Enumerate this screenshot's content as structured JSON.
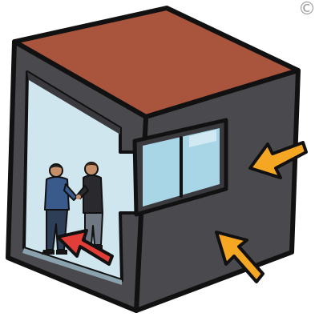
{
  "figure": {
    "corner_mark": "©"
  },
  "colors": {
    "roof": "#a9543c",
    "wall": "#4a4a4e",
    "wall_inner_shadow": "#3a3a3e",
    "glass": "#cfe6ef",
    "window_glass": "#a8d6e6",
    "outline": "#111111",
    "arrow_outside": "#f5a623",
    "arrow_inside": "#e23d36",
    "person_left_shirt": "#3a5a8c",
    "person_left_pants": "#2f3e57",
    "person_right_shirt": "#2a2a2e",
    "person_right_pants": "#6f7782",
    "skin": "#c58f6a"
  },
  "arrows": [
    {
      "kind": "outside-pressure",
      "direction": "pointing-into-right-wall",
      "color": "arrow_outside"
    },
    {
      "kind": "outside-pressure",
      "direction": "pointing-into-front-wall",
      "color": "arrow_outside"
    },
    {
      "kind": "inside-flow",
      "direction": "pointing-toward-occupants",
      "color": "arrow_inside"
    }
  ],
  "people": [
    {
      "name": "person-left"
    },
    {
      "name": "person-right"
    }
  ]
}
